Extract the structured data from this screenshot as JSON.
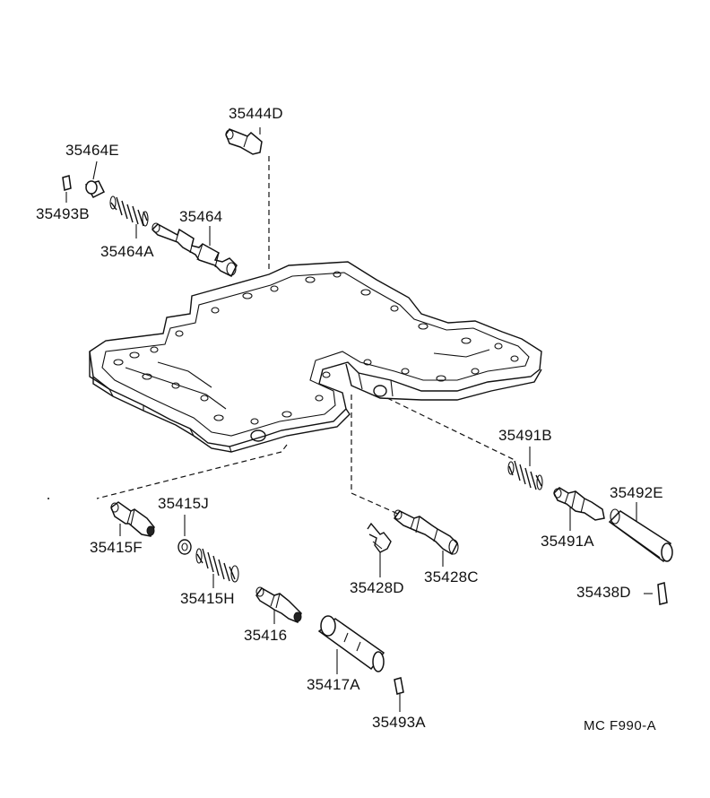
{
  "labels": {
    "p35444D": "35444D",
    "p35464E": "35464E",
    "p35493B": "35493B",
    "p35464": "35464",
    "p35464A": "35464A",
    "p35491B": "35491B",
    "p35492E": "35492E",
    "p35491A": "35491A",
    "p35438D": "35438D",
    "p35415J": "35415J",
    "p35415F": "35415F",
    "p35415H": "35415H",
    "p35416": "35416",
    "p35417A": "35417A",
    "p35493A": "35493A",
    "p35428D": "35428D",
    "p35428C": "35428C"
  },
  "diagram_code": "MC F990-A"
}
